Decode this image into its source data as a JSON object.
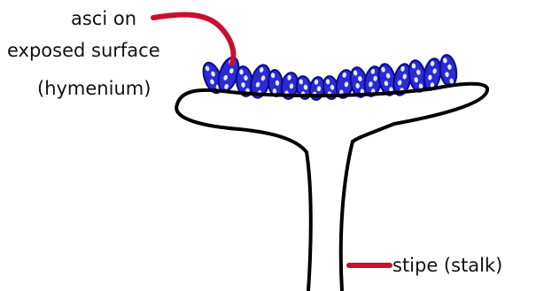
{
  "labels": {
    "asci_line1": "asci on",
    "asci_line2": "exposed surface",
    "asci_line3": "(hymenium)",
    "stipe": "stipe (stalk)"
  },
  "colors": {
    "outline": "#000000",
    "leader": "#c8102e",
    "ascus_fill": "#2b2bd6",
    "ascus_stroke": "#0b0b8a",
    "spore": "#e8ecff",
    "background": "#ffffff"
  }
}
